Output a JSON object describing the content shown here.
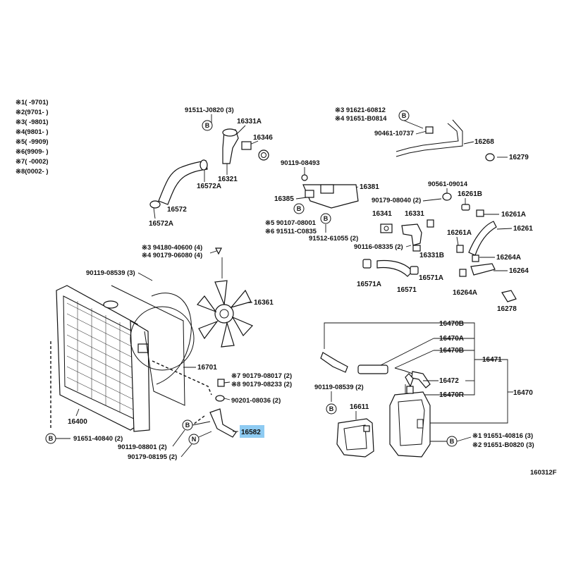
{
  "legend": [
    {
      "mark": "※1",
      "range": "(       -9701)"
    },
    {
      "mark": "※2",
      "range": "(9701-       )"
    },
    {
      "mark": "※3",
      "range": "(       -9801)"
    },
    {
      "mark": "※4",
      "range": "(9801-       )"
    },
    {
      "mark": "※5",
      "range": "(       -9909)"
    },
    {
      "mark": "※6",
      "range": "(9909-       )"
    },
    {
      "mark": "※7",
      "range": "(       -0002)"
    },
    {
      "mark": "※8",
      "range": "(0002-       )"
    }
  ],
  "labels": {
    "p91511_J0820": "91511-J0820 (3)",
    "p16331A": "16331A",
    "p16346": "16346",
    "p16321": "16321",
    "p16572A_top": "16572A",
    "p16572": "16572",
    "p16572A_bot": "16572A",
    "p91621_60812": "※3 91621-60812",
    "p91651_B0814": "※4 91651-B0814",
    "p90461_10737": "90461-10737",
    "p16268": "16268",
    "p16279": "16279",
    "p90119_08493": "90119-08493",
    "p16381": "16381",
    "p16385": "16385",
    "p90107_08001": "※5 90107-08001",
    "p91511_C0835": "※6 91511-C0835",
    "p91512_61055": "91512-61055 (2)",
    "p90561_09014": "90561-09014",
    "p90179_08040": "90179-08040 (2)",
    "p16261B": "16261B",
    "p16341": "16341",
    "p16331": "16331",
    "p16261A_r": "16261A",
    "p16261": "16261",
    "p16261A_l": "16261A",
    "p90116_08335": "90116-08335 (2)",
    "p16331B": "16331B",
    "p16264A_r": "16264A",
    "p16264": "16264",
    "p16571A_l": "16571A",
    "p16571": "16571",
    "p16571A_r": "16571A",
    "p16264A_b": "16264A",
    "p16278": "16278",
    "p94180_40600": "※3 94180-40600 (4)",
    "p90179_06080": "※4 90179-06080 (4)",
    "p90119_08539_l": "90119-08539 (3)",
    "p16361": "16361",
    "p16701": "16701",
    "p90179_08017": "※7 90179-08017 (2)",
    "p90179_08233": "※8 90179-08233 (2)",
    "p90201_08036": "90201-08036 (2)",
    "p16400": "16400",
    "p16582": "16582",
    "p91651_40840": "91651-40840 (2)",
    "p90119_08801": "90119-08801 (2)",
    "p90179_08195": "90179-08195 (2)",
    "p16470B_1": "16470B",
    "p16470A": "16470A",
    "p16470B_2": "16470B",
    "p16471": "16471",
    "p16472": "16472",
    "p16470R": "16470R",
    "p16470": "16470",
    "p90119_08539_r": "90119-08539 (2)",
    "p16611": "16611",
    "p91651_40816": "※1 91651-40816 (3)",
    "p91651_B0820": "※2 91651-B0820 (3)",
    "diagram_code": "160312F"
  },
  "markers": {
    "b": "B",
    "n": "N"
  },
  "highlight": {
    "part": "16582",
    "color": "#8ecbf2"
  }
}
